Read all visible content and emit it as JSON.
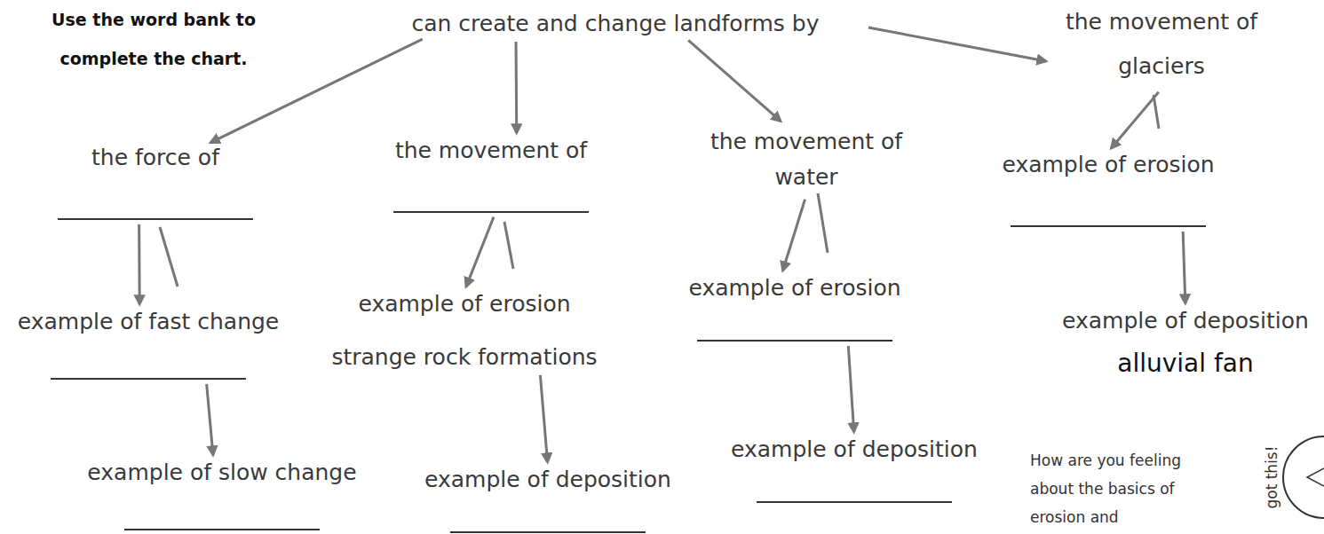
{
  "diagram": {
    "title": "Use the word bank to complete the chart.",
    "nodes": [
      {
        "text": [
          "can create and change landforms by"
        ]
      },
      {
        "text": [
          "the force of"
        ]
      },
      {
        "text": [
          "the movement of"
        ]
      },
      {
        "text": [
          "the movement of water"
        ]
      },
      {
        "text": [
          "the movement of glaciers"
        ]
      },
      {
        "text": [
          "example of fast change"
        ]
      },
      {
        "text": [
          "example of slow change"
        ]
      },
      {
        "text": [
          "example of erosion",
          "strange rock formations"
        ]
      },
      {
        "text": [
          "example of deposition"
        ]
      },
      {
        "text": [
          "example of erosion"
        ]
      },
      {
        "text": [
          "example of deposition"
        ]
      },
      {
        "text": [
          "example of erosion"
        ]
      },
      {
        "text": [
          "example of deposition",
          "alluvial fan"
        ]
      }
    ],
    "edges": [
      {
        "from": 0,
        "to": 1,
        "arrow": "to"
      },
      {
        "from": 0,
        "to": 2,
        "arrow": "to"
      },
      {
        "from": 0,
        "to": 3,
        "arrow": "to"
      },
      {
        "from": 0,
        "to": 4,
        "arrow": "to"
      },
      {
        "from": 1,
        "to": 5,
        "arrow": "to"
      },
      {
        "from": 5,
        "to": 6,
        "arrow": "to"
      },
      {
        "from": 2,
        "to": 7,
        "arrow": "to"
      },
      {
        "from": 7,
        "to": 8,
        "arrow": "to"
      },
      {
        "from": 3,
        "to": 9,
        "arrow": "to"
      },
      {
        "from": 9,
        "to": 10,
        "arrow": "to"
      },
      {
        "from": 4,
        "to": 11,
        "arrow": "to"
      },
      {
        "from": 11,
        "to": 12,
        "arrow": "to"
      }
    ],
    "labels": [
      "How are you feeling about the basics of erosion and",
      "got this!"
    ]
  }
}
